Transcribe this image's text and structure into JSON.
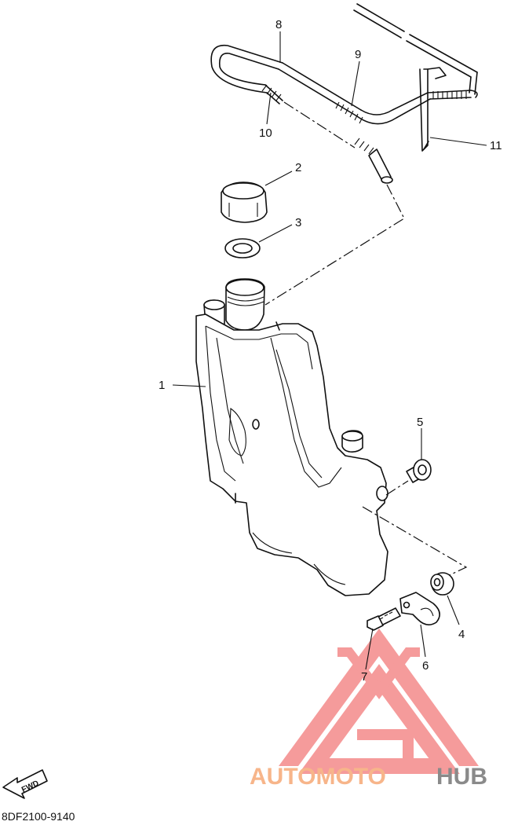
{
  "diagram_code": "8DF2100-9140",
  "direction_arrow": {
    "label": "FWD",
    "icon": "fwd-arrow-icon"
  },
  "watermark": {
    "brand_part_1": "AUTOMOTO",
    "brand_part_2": "HUB",
    "color_primary": "#f7b58a",
    "color_secondary": "#8a8a8a",
    "logo_color": "#f48a8a"
  },
  "parts": [
    {
      "number": "1",
      "name": "reservoir-tank"
    },
    {
      "number": "2",
      "name": "reservoir-cap"
    },
    {
      "number": "3",
      "name": "gasket"
    },
    {
      "number": "4",
      "name": "damper"
    },
    {
      "number": "5",
      "name": "collar-bolt"
    },
    {
      "number": "6",
      "name": "hose-clamp"
    },
    {
      "number": "7",
      "name": "bolt"
    },
    {
      "number": "8",
      "name": "breather-hose"
    },
    {
      "number": "9",
      "name": "protector-spring"
    },
    {
      "number": "10",
      "name": "protector-spring-lower"
    },
    {
      "number": "11",
      "name": "hose-holder"
    }
  ]
}
